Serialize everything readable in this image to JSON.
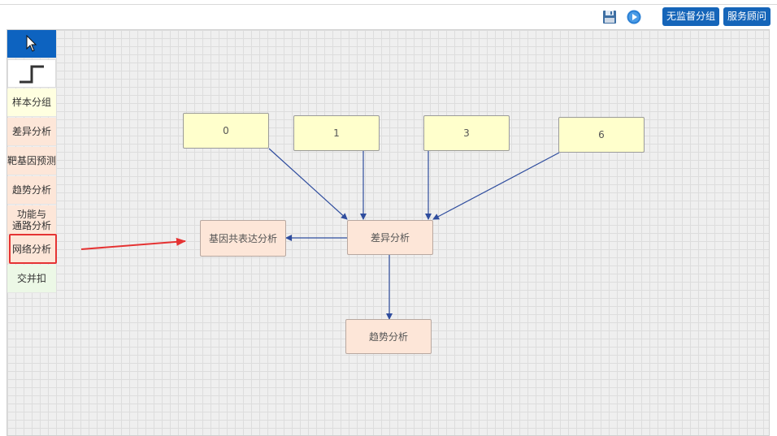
{
  "toolbar": {
    "save_icon": "save-icon",
    "play_icon": "play-icon",
    "unsupervised_label": "无监督分组",
    "consult_label": "服务顾问",
    "accent": "#1565b9"
  },
  "palette": {
    "pointer_icon": "pointer-arrow-icon",
    "connector_icon": "step-connector-icon",
    "items": [
      {
        "label": "样本分组"
      },
      {
        "label": "差异分析"
      },
      {
        "label": "靶基因预测"
      },
      {
        "label": "趋势分析"
      },
      {
        "label": "功能与\n通路分析"
      },
      {
        "label": "网络分析"
      },
      {
        "label": "交并扣"
      }
    ]
  },
  "diagram": {
    "nodes": {
      "group0": "0",
      "group1": "1",
      "group3": "3",
      "group6": "6",
      "diff": "差异分析",
      "coexp": "基因共表达分析",
      "trend": "趋势分析"
    },
    "edge_color": "#2f4d9e",
    "annotation_color": "#e53333"
  }
}
